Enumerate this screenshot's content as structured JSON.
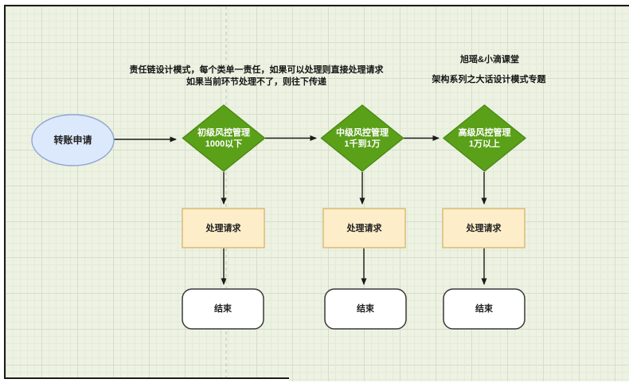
{
  "annotations": {
    "note_line1": "责任链设计模式，每个类单一责任，如果可以处理则直接处理请求",
    "note_line2": "如果当前环节处理不了，则往下传递",
    "brand_line1": "旭瑶&小滴课堂",
    "brand_line2": "架构系列之大话设计模式专题"
  },
  "flowchart": {
    "start": {
      "label": "转账申请"
    },
    "columns": [
      {
        "decision_line1": "初级风控管理",
        "decision_line2": "1000以下",
        "process_label": "处理请求",
        "end_label": "结束"
      },
      {
        "decision_line1": "中级风控管理",
        "decision_line2": "1千到1万",
        "process_label": "处理请求",
        "end_label": "结束"
      },
      {
        "decision_line1": "高级风控管理",
        "decision_line2": "1万以上",
        "process_label": "处理请求",
        "end_label": "结束"
      }
    ]
  },
  "colors": {
    "canvas_background": "#edf2e3",
    "grid_minor": "#e3ebd6",
    "grid_major": "#d5dfc8",
    "start_fill": "#dce9fc",
    "start_stroke": "#8fa7d1",
    "decision_fill": "#5ba019",
    "decision_stroke": "#4a8a12",
    "process_fill": "#fdeec9",
    "process_stroke": "#d9b66e",
    "end_fill": "#ffffff",
    "end_stroke": "#3a3a3a",
    "connector": "#1a1a1a"
  }
}
